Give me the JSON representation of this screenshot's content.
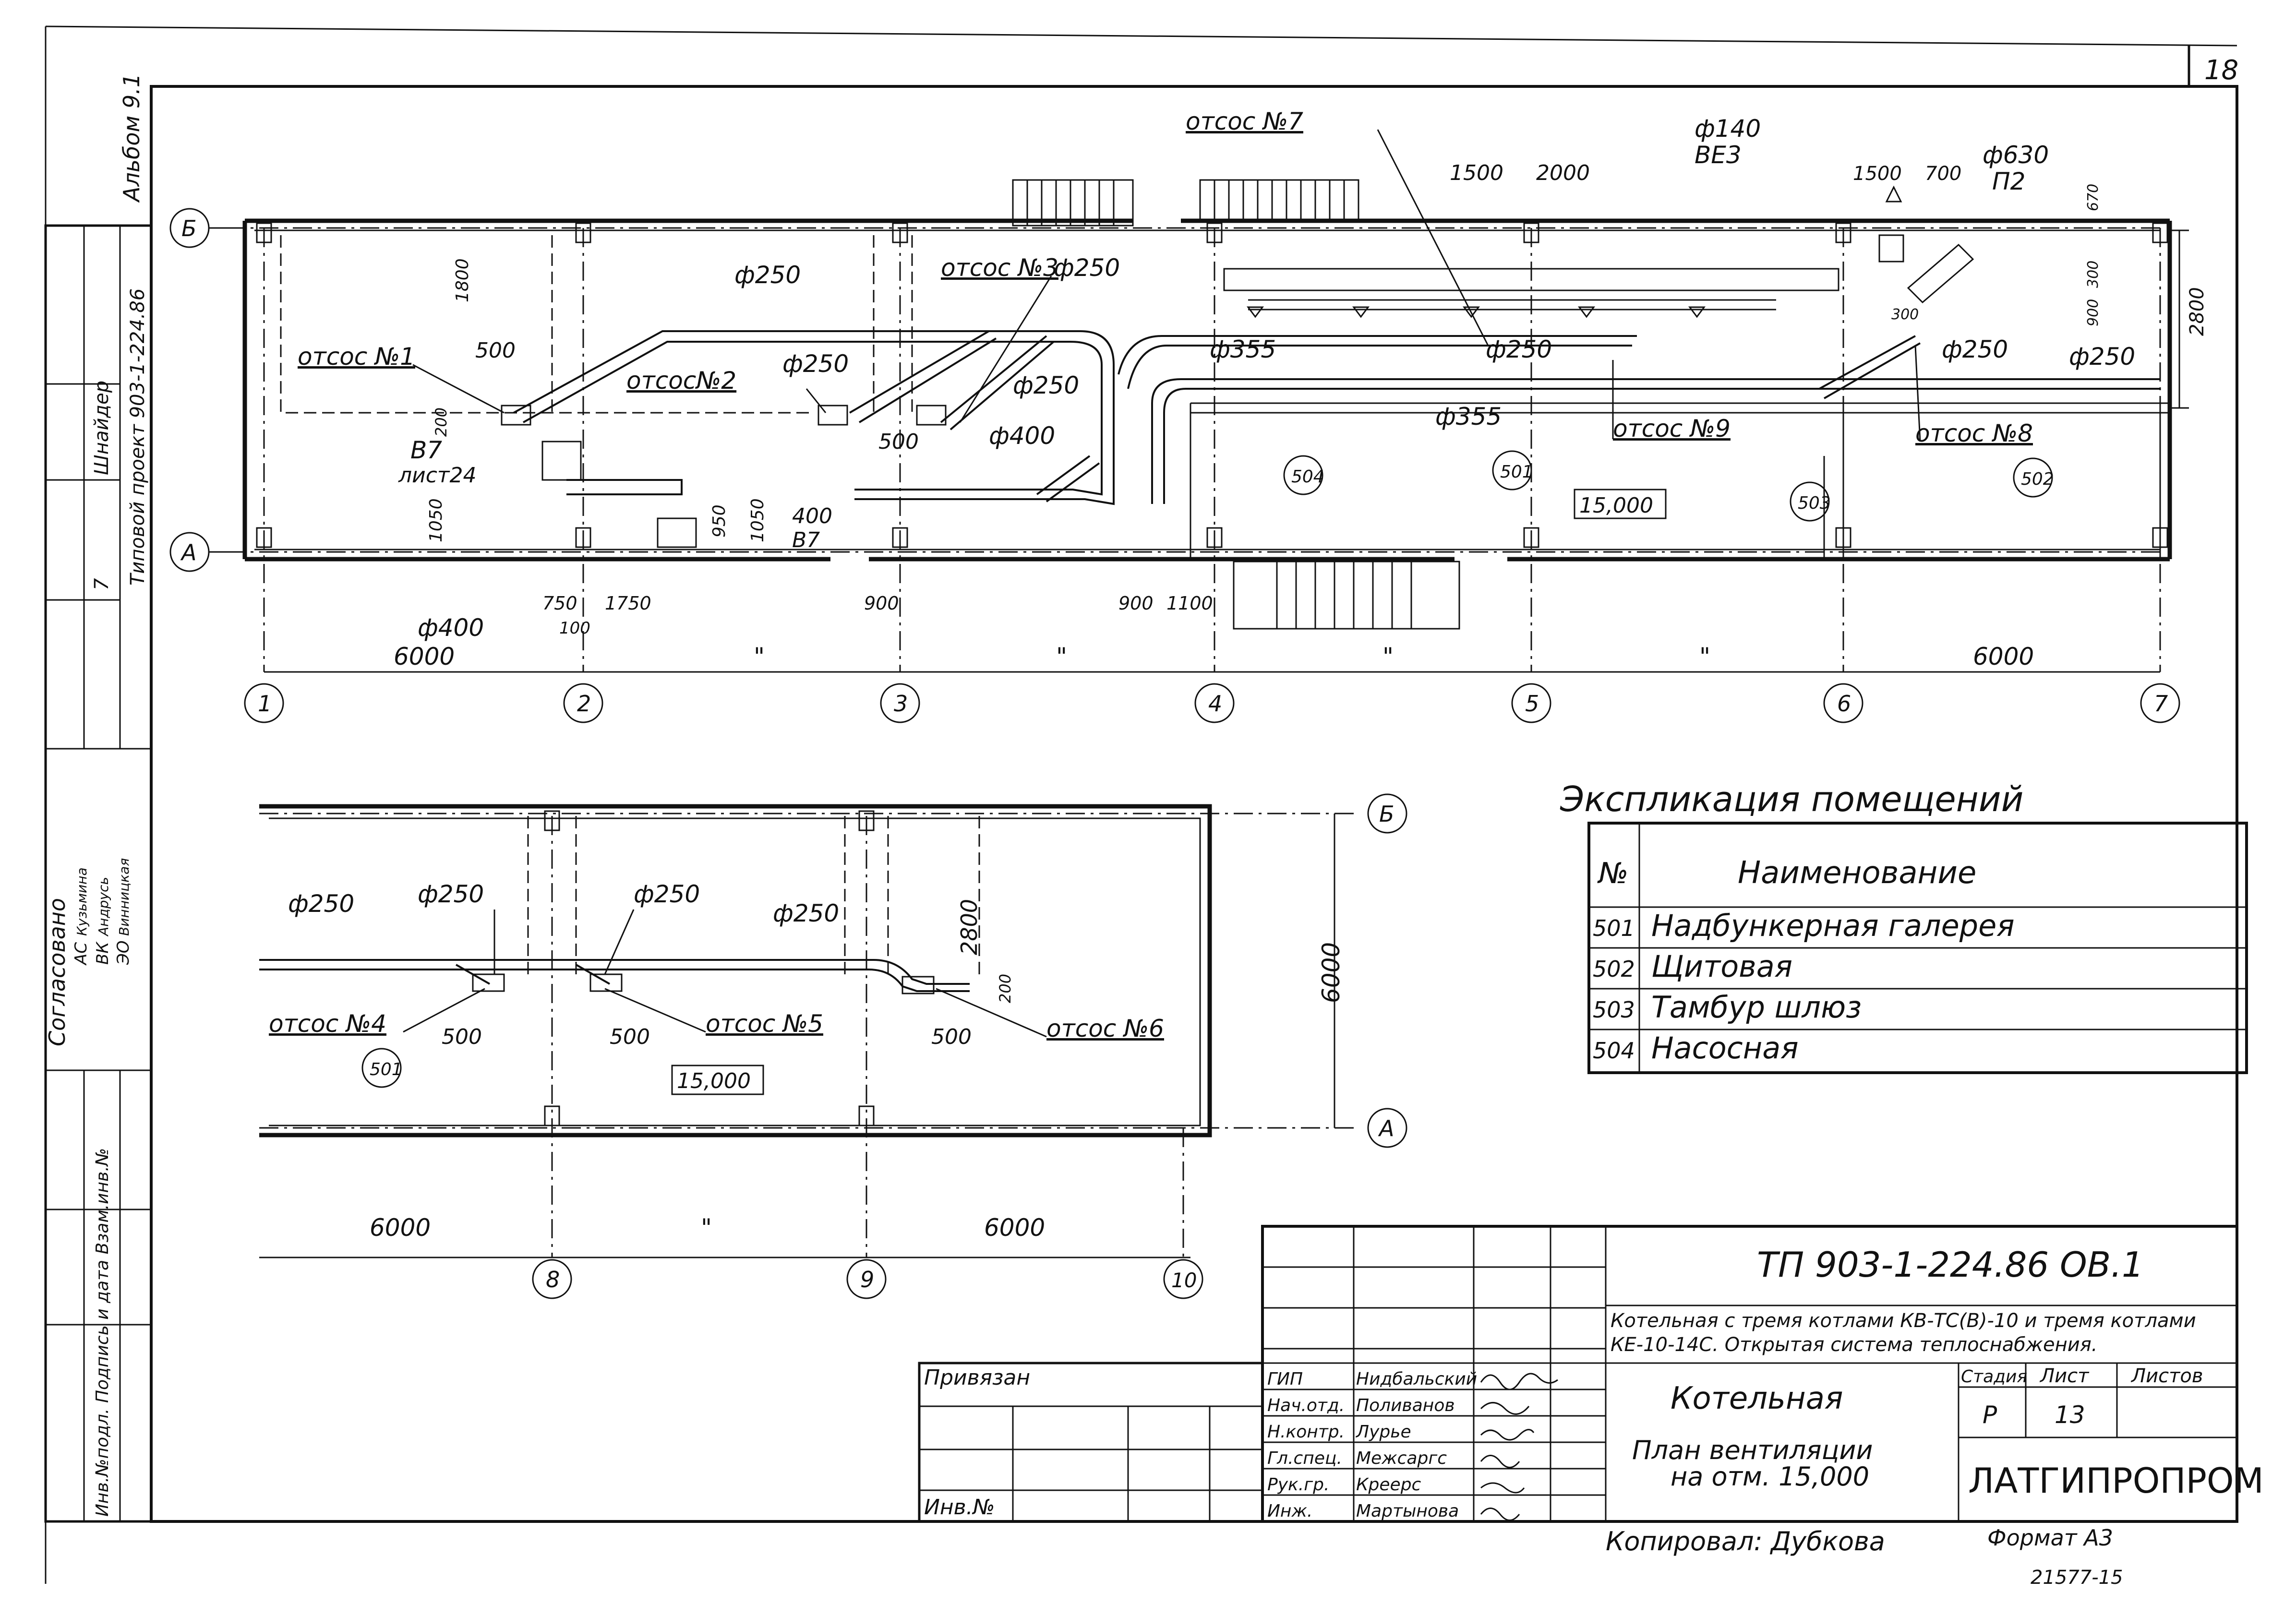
{
  "sheet_number": "18",
  "album": "Альбом 9.1",
  "side_stamp": {
    "approved_heading": "Согласовано",
    "approvals": [
      {
        "dept": "АС",
        "name": "Кузьмина"
      },
      {
        "dept": "ВК",
        "name": "Андрусь"
      },
      {
        "dept": "ЭО",
        "name": "Винницкая"
      }
    ],
    "typical_project": "Типовой проект 903-1-224.86",
    "row_number": "7",
    "author": "Шнайдер",
    "inv_row": "Инв.№подл. Подпись и дата Взам.инв.№"
  },
  "axes_top": {
    "rows": [
      "Б",
      "А"
    ],
    "columns": [
      "1",
      "2",
      "3",
      "4",
      "5",
      "6",
      "7"
    ]
  },
  "axes_bottom": {
    "rows": [
      "Б",
      "А"
    ],
    "columns": [
      "8",
      "9",
      "10"
    ]
  },
  "dimensions": {
    "span_6000_left": "6000",
    "span_6000_right": "6000",
    "ditto": "\"",
    "width_2800": "2800",
    "width_6000": "6000",
    "d1800": "1800",
    "d500": "500",
    "d200": "200",
    "d1050": "1050",
    "d950": "950",
    "d750": "750",
    "d100": "100",
    "d1750": "1750",
    "d900": "900",
    "d1100": "1100",
    "d1500": "1500",
    "d2000": "2000",
    "d700": "700",
    "d670": "670",
    "d300": "300"
  },
  "labels_top": {
    "otsos1": "отсос №1",
    "otsos2": "отсос№2",
    "otsos3": "отсос №3",
    "otsos7": "отсос №7",
    "otsos8": "отсос №8",
    "otsos9": "отсос №9",
    "d250": "ф250",
    "d355": "ф355",
    "d400": "ф400",
    "d140": "ф140",
    "be3": "ВЕ3",
    "d630": "ф630",
    "p2": "П2",
    "b7": "В7",
    "list24": "лист24",
    "v7_400": "400",
    "v7_b7": "В7",
    "level": "15,000",
    "room504": "504",
    "room501": "501",
    "room503": "503",
    "room502": "502"
  },
  "labels_bottom": {
    "otsos4": "отсос №4",
    "otsos5": "отсос №5",
    "otsos6": "отсос №6",
    "d250": "ф250",
    "room501": "501",
    "level": "15,000"
  },
  "explication": {
    "title": "Экспликация помещений",
    "col_no": "№",
    "col_name": "Наименование",
    "rows": [
      {
        "no": "501",
        "name": "Надбункерная галерея"
      },
      {
        "no": "502",
        "name": "Щитовая"
      },
      {
        "no": "503",
        "name": "Тамбур шлюз"
      },
      {
        "no": "504",
        "name": "Насосная"
      }
    ]
  },
  "title_block": {
    "doc_code": "ТП 903-1-224.86 ОВ.1",
    "project_desc_1": "Котельная с тремя котлами КВ-ТС(В)-10 и тремя котлами",
    "project_desc_2": "КЕ-10-14С. Открытая система теплоснабжения.",
    "building": "Котельная",
    "sheet_title_1": "План вентиляции",
    "sheet_title_2": "на отм. 15,000",
    "stage_h": "Стадия",
    "sheet_h": "Лист",
    "sheets_h": "Листов",
    "stage": "Р",
    "sheet": "13",
    "org": "ЛАТГИПРОПРОМ",
    "bound": "Привязан",
    "inv": "Инв.№",
    "roles": [
      {
        "role": "ГИП",
        "name": "Нидбальский"
      },
      {
        "role": "Нач.отд.",
        "name": "Поливанов"
      },
      {
        "role": "Н.контр.",
        "name": "Лурье"
      },
      {
        "role": "Гл.спец.",
        "name": "Межсаргс"
      },
      {
        "role": "Рук.гр.",
        "name": "Креерс"
      },
      {
        "role": "Инж.",
        "name": "Мартынова"
      }
    ],
    "copied": "Копировал: Дубкова",
    "format": "Формат А3",
    "stamp_code": "21577-15"
  }
}
